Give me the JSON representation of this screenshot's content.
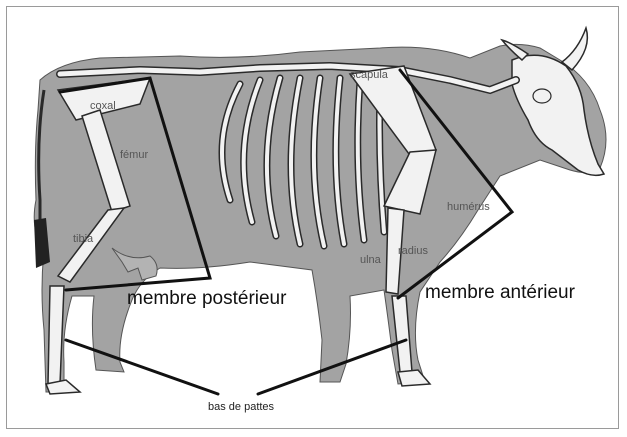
{
  "labels": {
    "coxal": "coxal",
    "femur": "fémur",
    "tibia": "tibia",
    "scapula": "scapula",
    "humerus": "humérus",
    "radius": "radius",
    "ulna": "ulna",
    "membre_posterieur": "membre postérieur",
    "membre_anterieur": "membre antérieur",
    "bas_de_pattes": "bas de pattes"
  },
  "colors": {
    "body": "#a3a3a3",
    "bone": "#f2f2f2",
    "bone_outline": "#2a2a2a",
    "line": "#111111"
  }
}
